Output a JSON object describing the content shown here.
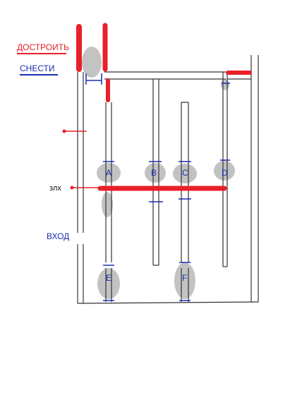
{
  "legend": {
    "build_label": "ДОСТРОИТЬ",
    "demolish_label": "СНЕСТИ",
    "build_color": "#e8202a",
    "demolish_color": "#1a2fb0"
  },
  "labels": {
    "zlh": "злх",
    "entrance": "ВХОД"
  },
  "nodes": {
    "a": "A",
    "b": "B",
    "c": "C",
    "d": "D",
    "e": "E",
    "f": "F"
  },
  "colors": {
    "wall": "#333333",
    "smudge": "#b8b8b8"
  }
}
